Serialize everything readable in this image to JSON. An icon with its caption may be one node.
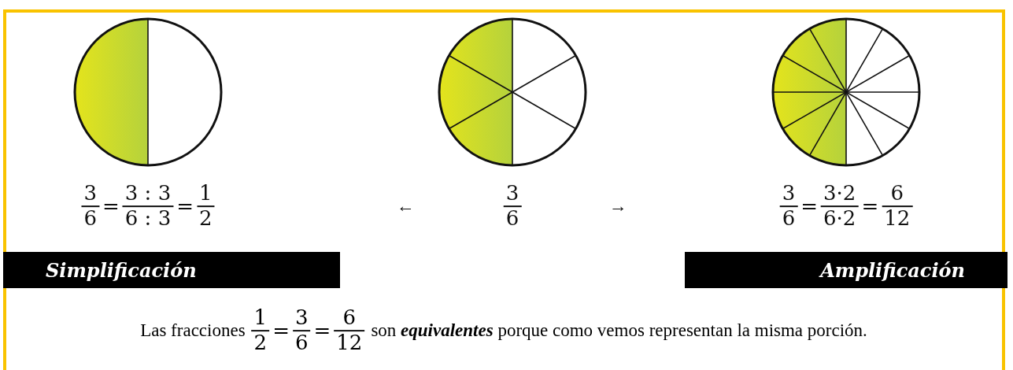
{
  "diagram": {
    "nodes": [
      {
        "text": [
          "Simplificación"
        ]
      },
      {
        "text": [
          "Amplificación"
        ]
      }
    ],
    "labels": [
      "3",
      "6",
      "=",
      "3 : 3",
      "6 : 3",
      "=",
      "1",
      "2",
      "←",
      "3",
      "6",
      "→",
      "3",
      "6",
      "=",
      "3·2",
      "6·2",
      "=",
      "6",
      "12",
      "Las fracciones",
      "1",
      "2",
      "=",
      "3",
      "6",
      "=",
      "6",
      "12",
      "son **equivalentes** porque como vemos representan la misma porción."
    ]
  }
}
